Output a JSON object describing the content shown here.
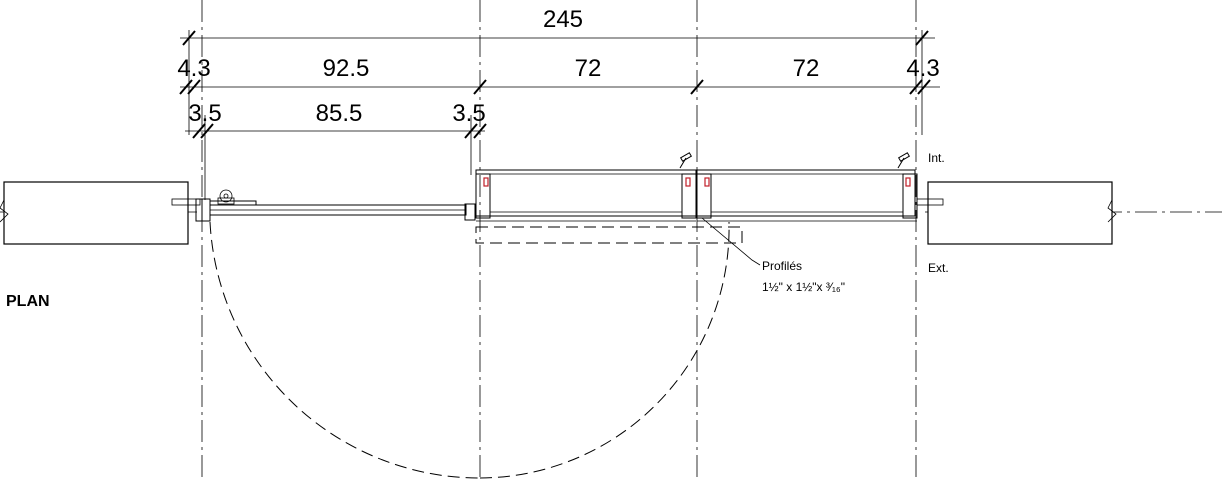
{
  "view_title": "PLAN",
  "dimensions": {
    "overall": "245",
    "row2": [
      "4.3",
      "92.5",
      "72",
      "72",
      "4.3"
    ],
    "row3": [
      "3.5",
      "85.5",
      "3.5"
    ]
  },
  "labels": {
    "interior": "Int.",
    "exterior": "Ext.",
    "profile_title": "Profilés",
    "profile_spec": "1½\" x 1½\"x ³⁄₁₆\""
  },
  "colors": {
    "line": "#000000",
    "accent": "#c0202a",
    "background": "#ffffff"
  }
}
